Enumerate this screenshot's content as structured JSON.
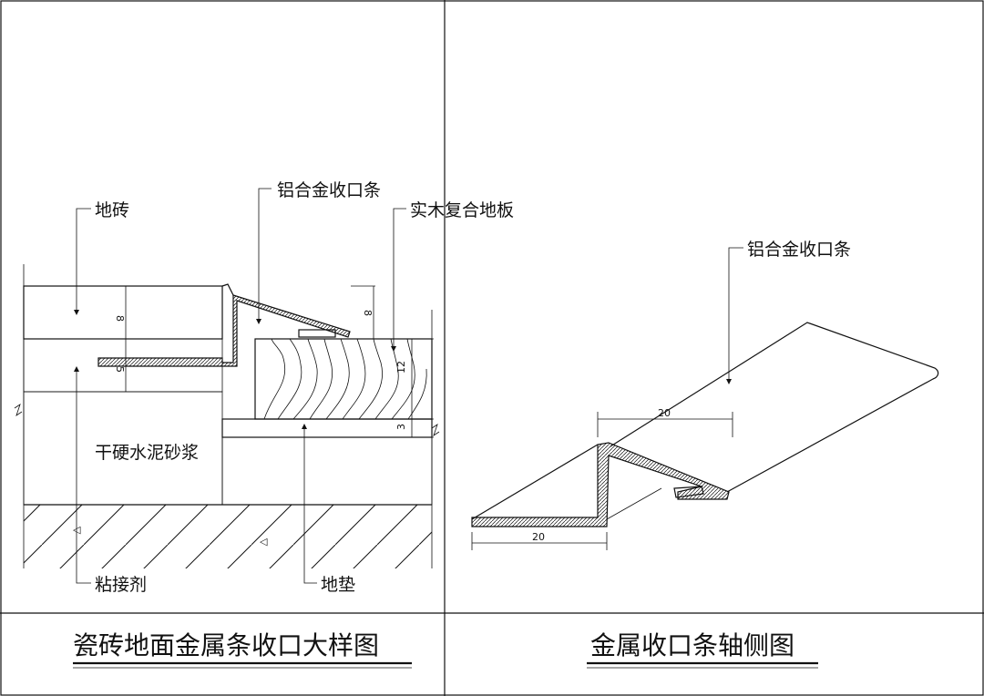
{
  "left_view": {
    "title": "瓷砖地面金属条收口大样图",
    "labels": {
      "tile": "地砖",
      "trim": "铝合金收口条",
      "wood_floor": "实木复合地板",
      "mortar": "干硬水泥砂浆",
      "adhesive": "粘接剂",
      "underlay": "地垫"
    },
    "dims": {
      "tile": "8",
      "adhesive": "5",
      "trim_height": "8",
      "wood": "12",
      "underlay": "3"
    }
  },
  "right_view": {
    "title": "金属收口条轴侧图",
    "labels": {
      "trim": "铝合金收口条"
    },
    "dims": {
      "top_width": "20",
      "bottom_width": "20"
    }
  }
}
